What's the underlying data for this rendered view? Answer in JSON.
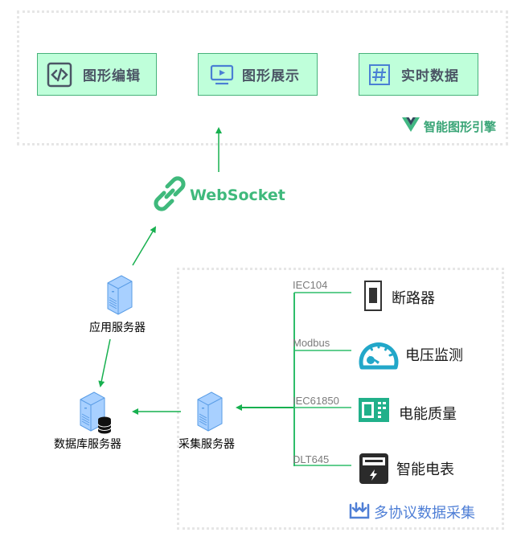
{
  "engine": {
    "title": "智能图形引擎",
    "features": [
      {
        "label": "图形编辑",
        "icon": "code-icon"
      },
      {
        "label": "图形展示",
        "icon": "monitor-play-icon"
      },
      {
        "label": "实时数据",
        "icon": "hash-icon"
      }
    ]
  },
  "link": {
    "label": "WebSocket",
    "icon": "link-icon"
  },
  "servers": {
    "app": "应用服务器",
    "db": "数据库服务器",
    "collector": "采集服务器"
  },
  "acquisition": {
    "title": "多协议数据采集",
    "devices": [
      {
        "protocol": "IEC104",
        "label": "断路器",
        "icon": "breaker-icon"
      },
      {
        "protocol": "Modbus",
        "label": "电压监测",
        "icon": "gauge-icon"
      },
      {
        "protocol": "IEC61850",
        "label": "电能质量",
        "icon": "power-quality-icon"
      },
      {
        "protocol": "DLT645",
        "label": "智能电表",
        "icon": "smart-meter-icon"
      }
    ]
  },
  "colors": {
    "accent": "#47b27a",
    "arrow": "#17b04f",
    "feature_bg": "#bfffda",
    "server_blue": "#a8d0ff",
    "acq_title": "#4f7fd6",
    "gauge": "#22a7c9",
    "pq": "#21b08a"
  }
}
